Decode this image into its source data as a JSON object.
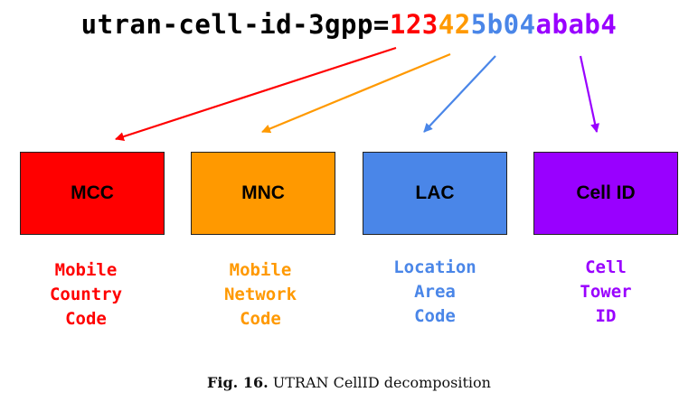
{
  "identifier": {
    "prefix": "utran-cell-id-3gpp=",
    "prefix_color": "#000000",
    "segments": [
      {
        "text": "123",
        "color": "#ff0000"
      },
      {
        "text": "42",
        "color": "#ff9900"
      },
      {
        "text": "5b04",
        "color": "#4a86e8"
      },
      {
        "text": "abab4",
        "color": "#9900ff"
      }
    ]
  },
  "components": [
    {
      "label": "MCC",
      "fill": "#ff0000",
      "text_color": "#ff0000",
      "description": [
        "Mobile",
        "Country",
        "Code"
      ]
    },
    {
      "label": "MNC",
      "fill": "#ff9900",
      "text_color": "#ff9900",
      "description": [
        "Mobile",
        "Network",
        "Code"
      ]
    },
    {
      "label": "LAC",
      "fill": "#4a86e8",
      "text_color": "#4a86e8",
      "description": [
        "Location",
        "Area",
        "Code"
      ]
    },
    {
      "label": "Cell ID",
      "fill": "#9900ff",
      "text_color": "#9900ff",
      "description": [
        "Cell",
        "Tower",
        "ID"
      ]
    }
  ],
  "caption": {
    "label": "Fig. 16.",
    "text": "UTRAN CellID decomposition"
  }
}
